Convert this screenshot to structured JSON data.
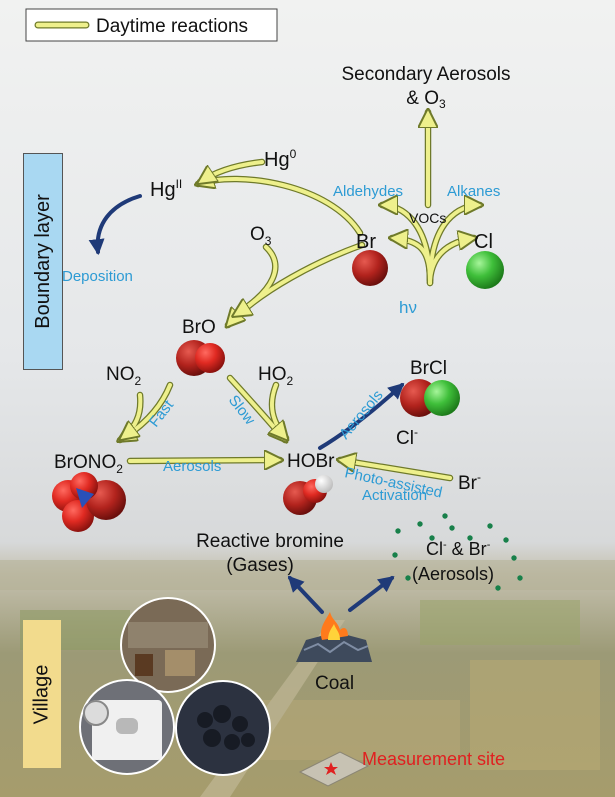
{
  "legend": {
    "label": "Daytime reactions"
  },
  "sidebar": {
    "boundary_layer": "Boundary layer",
    "village": "Village"
  },
  "species": {
    "secondary_aerosols": {
      "line1": "Secondary Aerosols",
      "line2_pre": "& O",
      "line2_sub": "3"
    },
    "hg0": {
      "base": "Hg",
      "sup": "0"
    },
    "hg2": {
      "base": "Hg",
      "sup": "II"
    },
    "o3": {
      "base": "O",
      "sub": "3"
    },
    "br": "Br",
    "cl": "Cl",
    "bro": "BrO",
    "no2": {
      "base": "NO",
      "sub": "2"
    },
    "ho2": {
      "base": "HO",
      "sub": "2"
    },
    "brcl": "BrCl",
    "cl_minus": {
      "base": "Cl",
      "sup": "-"
    },
    "bro_no2": {
      "base": "BrONO",
      "sub": "2"
    },
    "hobr": "HOBr",
    "br_minus": {
      "base": "Br",
      "sup": "-"
    }
  },
  "labels": {
    "aldehydes": "Aldehydes",
    "alkanes": "Alkanes",
    "vocs": "VOCs",
    "hv": "hν",
    "deposition": "Deposition",
    "fast": "Fast",
    "slow": "Slow",
    "aerosols_bottom": "Aerosols",
    "aerosols_diag": "Aerosols",
    "photo_assisted": "Photo-assisted",
    "activation": "Activation"
  },
  "sources": {
    "reactive_bromine": "Reactive bromine",
    "gases": "(Gases)",
    "cl_br_pre": "Cl",
    "cl_br_sup1": "-",
    "cl_br_mid": " & Br",
    "cl_br_sup2": "-",
    "aerosols": "(Aerosols)",
    "coal": "Coal",
    "measurement_site": "Measurement site"
  },
  "colors": {
    "reaction_arrow": "#eef08c",
    "arrow_outline": "#6f7a2a",
    "dark_arrow": "#1f3a78",
    "blue_label": "#2d9bd4",
    "bromine_red": "#b2231d",
    "chlorine_green": "#3fbf3a",
    "nitrogen_blue": "#2a50b8",
    "site_red": "#e02020"
  }
}
